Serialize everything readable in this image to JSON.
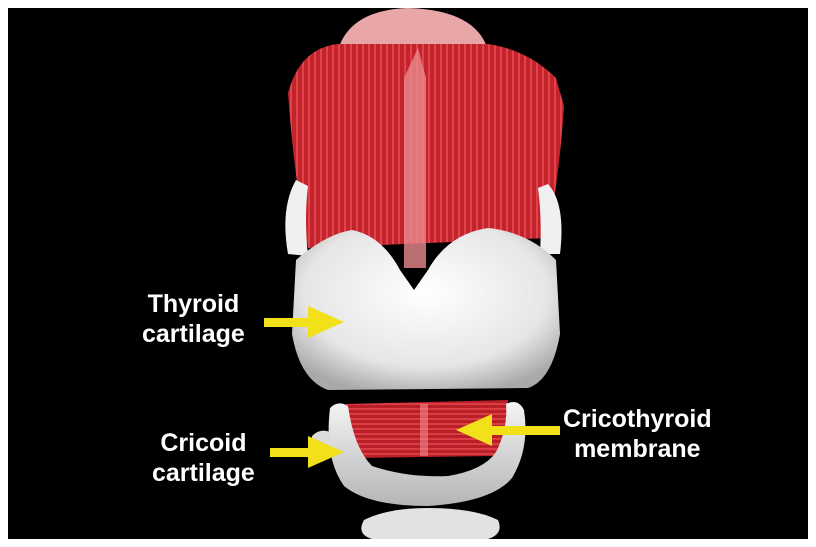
{
  "labels": {
    "thyroid": {
      "line1": "Thyroid",
      "line2": "cartilage"
    },
    "cricoid": {
      "line1": "Cricoid",
      "line2": "cartilage"
    },
    "cricothyroid": {
      "line1": "Cricothyroid",
      "line2": "membrane"
    }
  },
  "colors": {
    "background": "#000000",
    "muscle": "#c8262c",
    "cartilage": "#e8e8e8",
    "arrow": "#f2e01a",
    "text": "#ffffff"
  }
}
